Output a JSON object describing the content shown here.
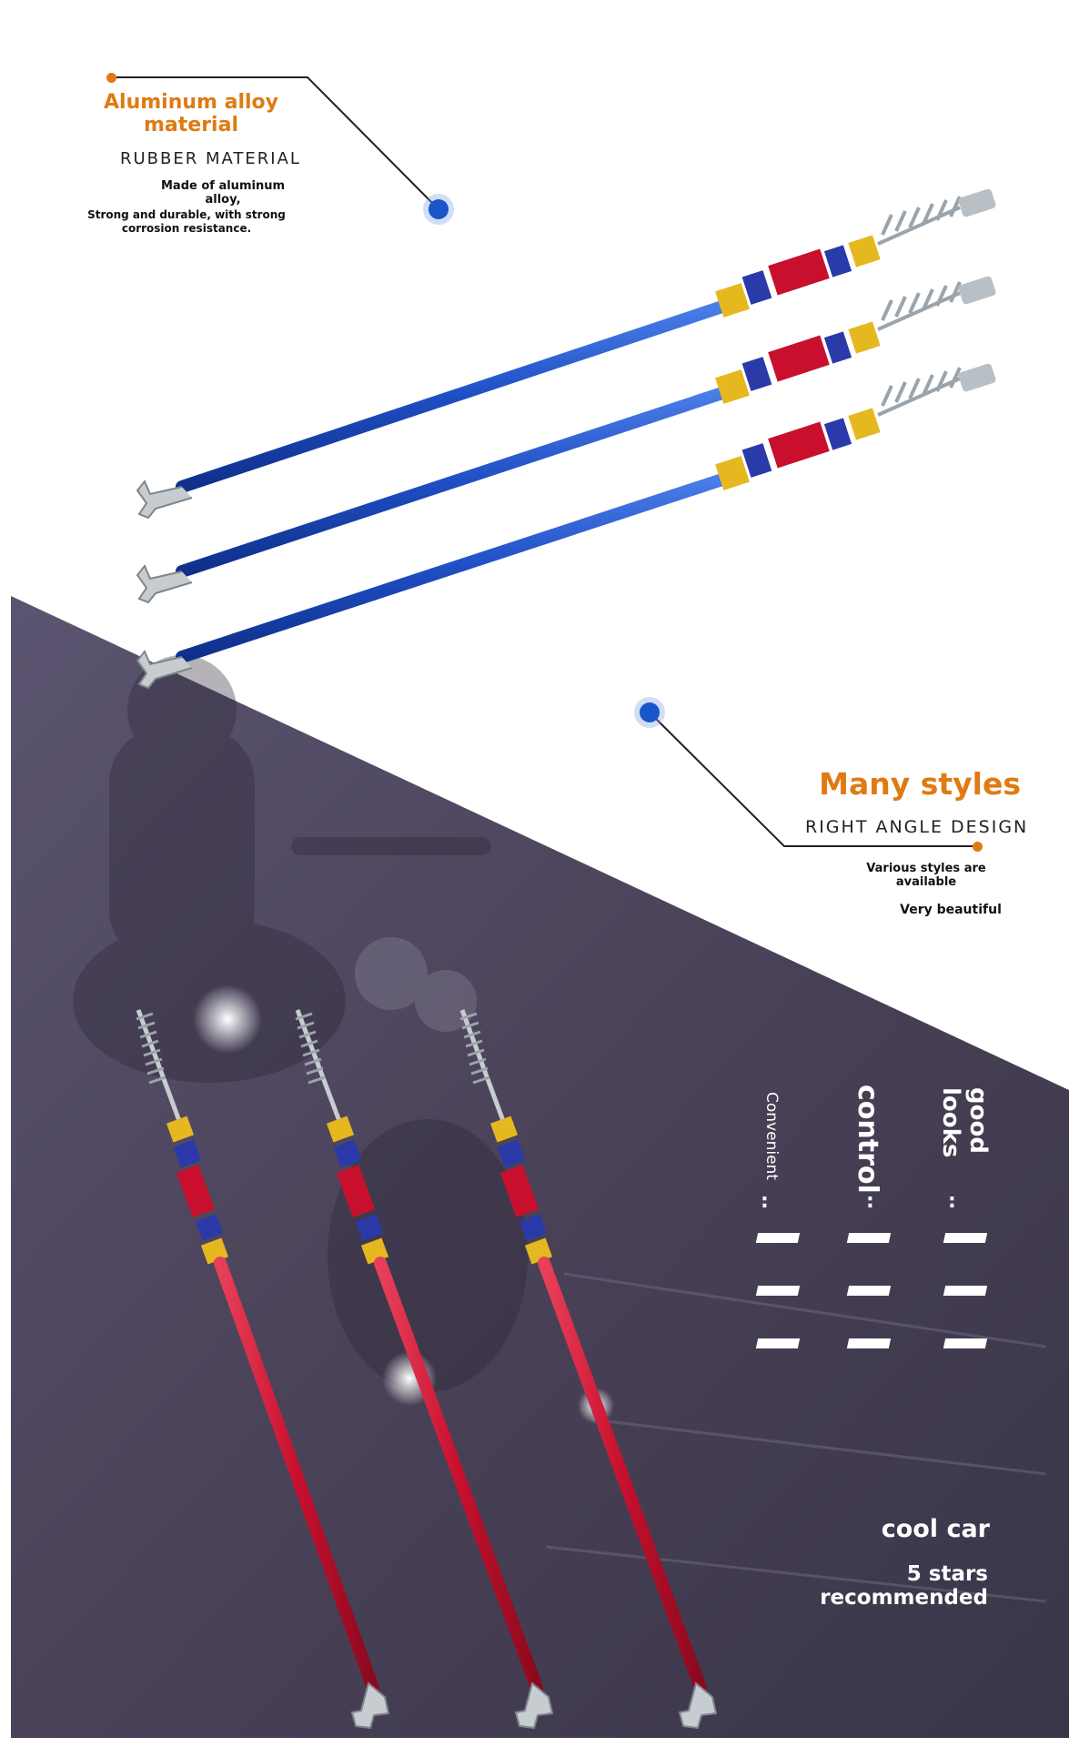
{
  "callout_top": {
    "title": "Aluminum alloy material",
    "subtitle": "RUBBER MATERIAL",
    "desc1": "Made of aluminum alloy,",
    "desc2": "Strong and durable, with strong corrosion resistance."
  },
  "callout_mid": {
    "title": "Many styles",
    "subtitle": "RIGHT ANGLE DESIGN",
    "desc1": "Various styles are available",
    "desc2": "Very beautiful"
  },
  "vertical_labels": [
    {
      "text": "Convenient"
    },
    {
      "text": "control"
    },
    {
      "text": "good looks"
    }
  ],
  "bottom": {
    "title": "cool car",
    "line": "5 stars recommended"
  },
  "colors": {
    "accent_orange": "#e07a12",
    "rod_blue": "#1f4fc4",
    "rod_red": "#c8102e",
    "band_purple": "#4a4258",
    "dot_blue": "#1a56c9"
  }
}
